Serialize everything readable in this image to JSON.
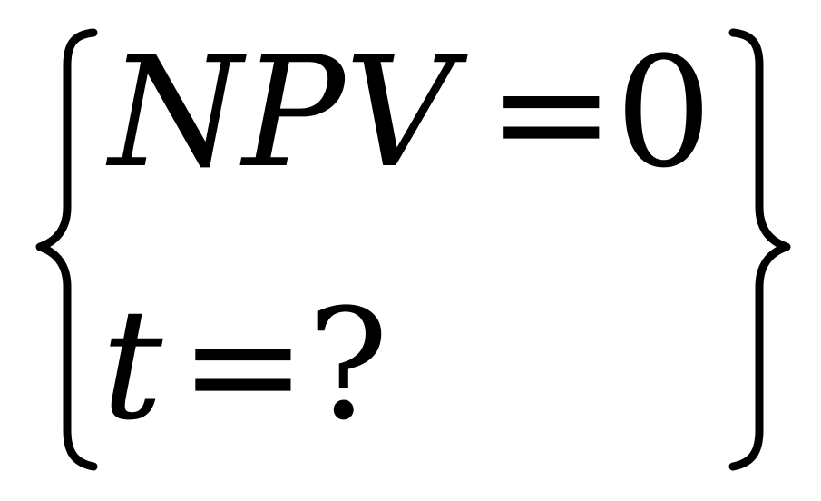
{
  "formula": {
    "row1": {
      "lhs": "NPV",
      "op": "=",
      "rhs": "0"
    },
    "row2": {
      "lhs": "t",
      "op": "=",
      "rhs": "?"
    }
  },
  "colors": {
    "ink": "#000000",
    "background": "#ffffff"
  }
}
